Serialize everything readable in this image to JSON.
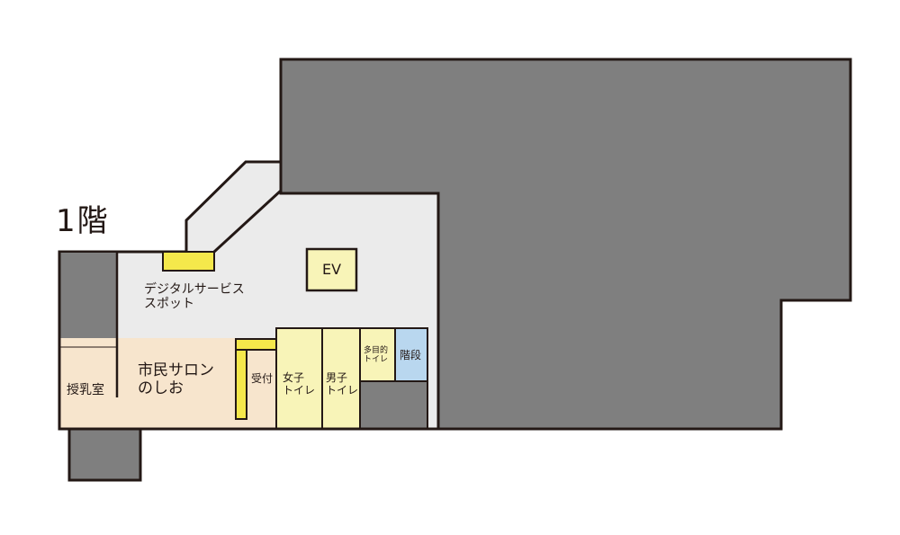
{
  "floor": {
    "label": "1階"
  },
  "colors": {
    "outline": "#231815",
    "unavailable": "#7f7f7f",
    "corridor": "#ebebeb",
    "salon": "#f7e5cd",
    "toilet": "#f8f4b8",
    "counter": "#f5e84b",
    "stairs": "#b9d7ef"
  },
  "rooms": {
    "digital_spot": "デジタルサービス\nスポット",
    "elevator": "EV",
    "nursing_room": "授乳室",
    "salon": "市民サロン\nのしお",
    "reception": "受付",
    "womens_toilet": "女子\nトイレ",
    "mens_toilet": "男子\nトイレ",
    "multipurpose_toilet": "多目的\nトイレ",
    "stairs": "階段"
  }
}
